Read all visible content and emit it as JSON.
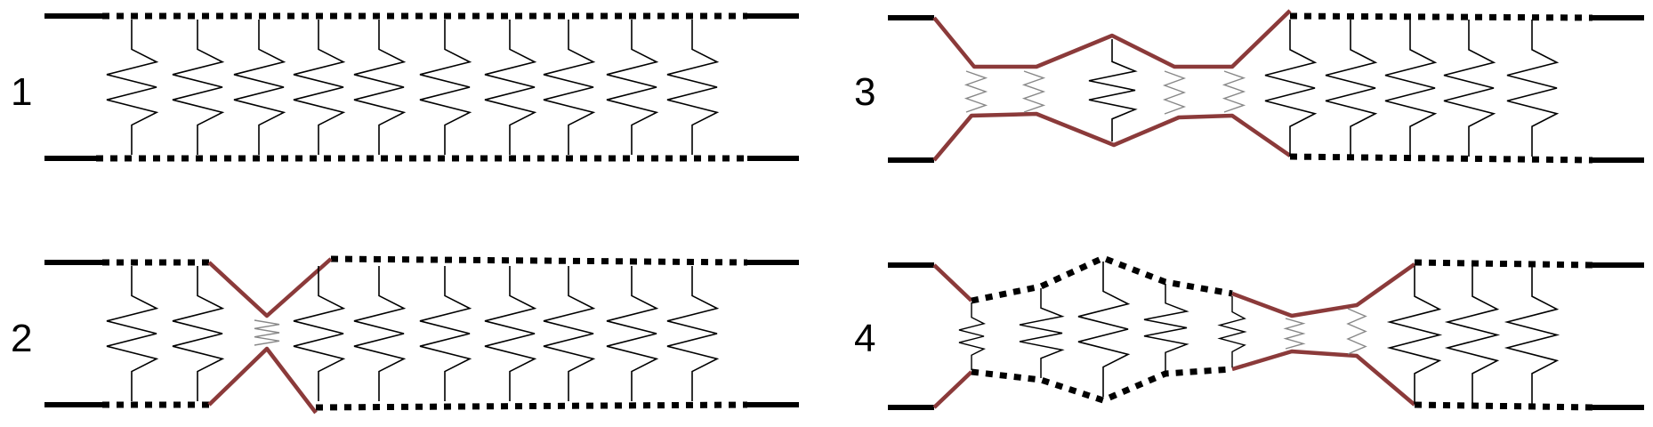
{
  "colors": {
    "ink": "#000000",
    "highlight": "#8b3a3a",
    "thin_spring": "#888888",
    "background": "#ffffff"
  },
  "panels": [
    {
      "label": "1"
    },
    {
      "label": "2"
    },
    {
      "label": "3"
    },
    {
      "label": "4"
    }
  ]
}
